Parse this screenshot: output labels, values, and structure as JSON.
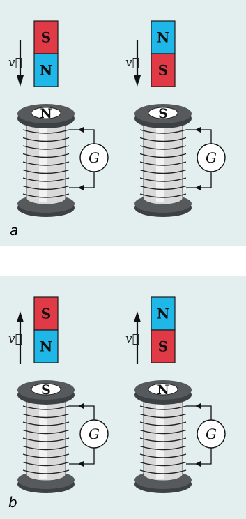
{
  "colors": {
    "background": "#e3efee",
    "magnet_red": "#e03a47",
    "magnet_blue": "#1fb6e8",
    "coil_dark": "#575a5c",
    "coil_light": "#d9d9d9",
    "wire": "#111111"
  },
  "panels": [
    {
      "label": "a",
      "setups": [
        {
          "velocity_label": "v⃗",
          "velocity_direction": "down",
          "magnet_top": "S",
          "magnet_bottom": "N",
          "coil_top_pole": "N",
          "meter_label": "G"
        },
        {
          "velocity_label": "v⃗",
          "velocity_direction": "down",
          "magnet_top": "N",
          "magnet_bottom": "S",
          "coil_top_pole": "S",
          "meter_label": "G"
        }
      ]
    },
    {
      "label": "b",
      "setups": [
        {
          "velocity_label": "v⃗",
          "velocity_direction": "up",
          "magnet_top": "S",
          "magnet_bottom": "N",
          "coil_top_pole": "S",
          "meter_label": "G"
        },
        {
          "velocity_label": "v⃗",
          "velocity_direction": "up",
          "magnet_top": "N",
          "magnet_bottom": "S",
          "coil_top_pole": "N",
          "meter_label": "G"
        }
      ]
    }
  ]
}
